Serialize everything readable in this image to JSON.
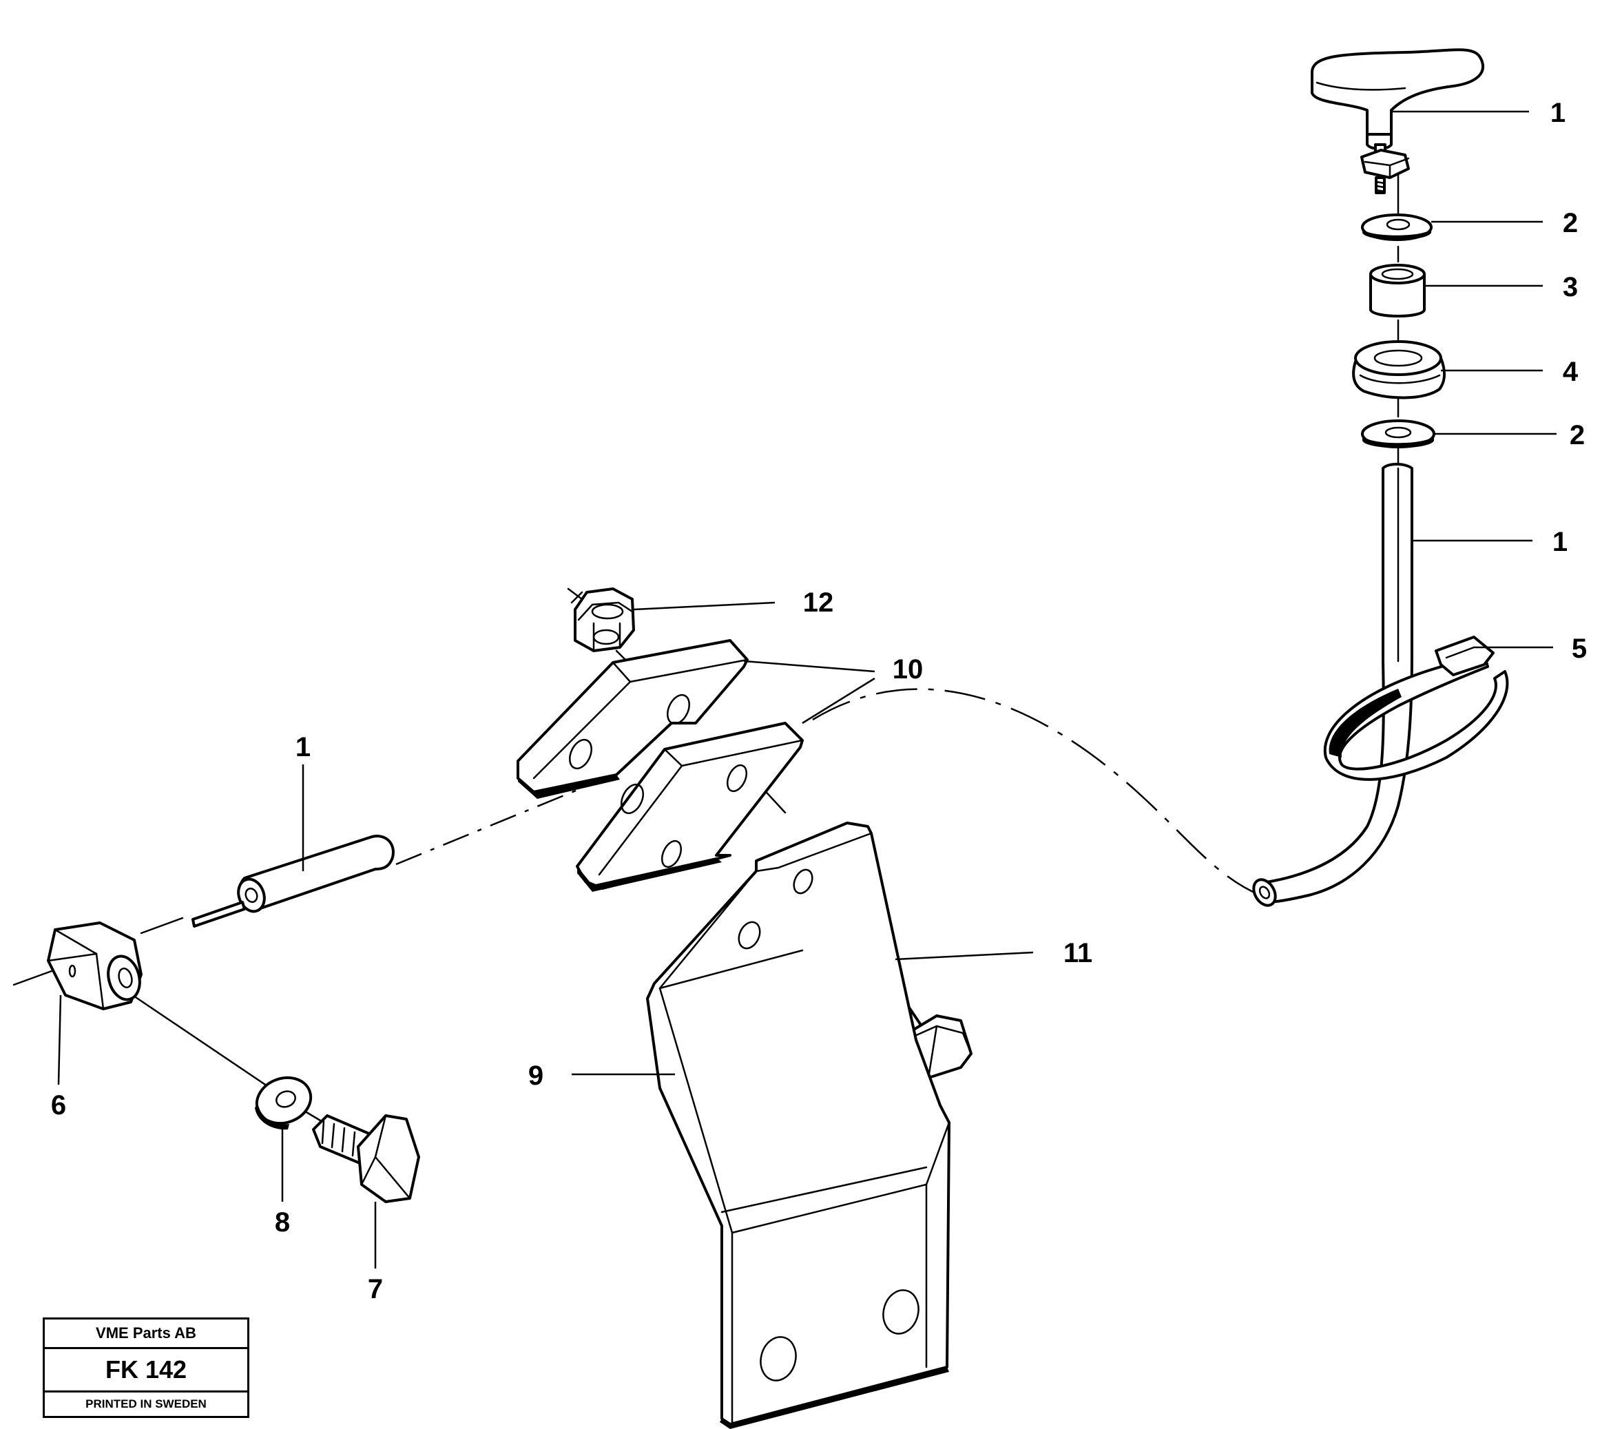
{
  "callouts": {
    "knob": "1",
    "washer_top": "2",
    "bushing": "3",
    "grommet": "4",
    "washer_bottom": "2",
    "cable_vertical": "1",
    "cable_tie": "5",
    "nut_12": "12",
    "clamp_blocks": "10",
    "cable_end": "1",
    "bolt_11": "11",
    "bracket": "9",
    "connector": "6",
    "washer_8": "8",
    "bolt_7": "7"
  },
  "title_block": {
    "company": "VME Parts AB",
    "code": "FK 142",
    "printed": "PRINTED IN SWEDEN"
  },
  "colors": {
    "ink": "#000000",
    "paper": "#ffffff"
  }
}
